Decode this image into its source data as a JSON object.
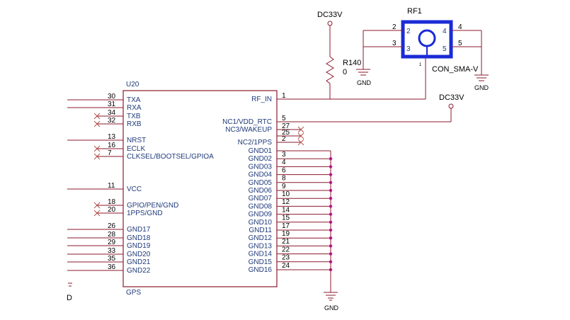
{
  "u20": {
    "ref": "U20",
    "type_label": "GPS",
    "left_pins": [
      {
        "num": "30",
        "name": "TXA",
        "nc": false
      },
      {
        "num": "31",
        "name": "RXA",
        "nc": false
      },
      {
        "num": "34",
        "name": "TXB",
        "nc": true
      },
      {
        "num": "32",
        "name": "RXB",
        "nc": true
      },
      {
        "num": "13",
        "name": "NRST",
        "nc": false
      },
      {
        "num": "16",
        "name": "ECLK",
        "nc": true
      },
      {
        "num": "7",
        "name": "CLKSEL/BOOTSEL/GPIOA",
        "nc": true
      },
      {
        "num": "11",
        "name": "VCC",
        "nc": false
      },
      {
        "num": "18",
        "name": "GPIO/PEN/GND",
        "nc": true
      },
      {
        "num": "20",
        "name": "1PPS/GND",
        "nc": true
      },
      {
        "num": "26",
        "name": "GND17",
        "nc": false
      },
      {
        "num": "28",
        "name": "GND18",
        "nc": false
      },
      {
        "num": "29",
        "name": "GND19",
        "nc": false
      },
      {
        "num": "33",
        "name": "GND20",
        "nc": false
      },
      {
        "num": "35",
        "name": "GND21",
        "nc": false
      },
      {
        "num": "36",
        "name": "GND22",
        "nc": false
      }
    ],
    "right_top_pins": [
      {
        "num": "1",
        "name": "RF_IN"
      },
      {
        "num": "5",
        "name": "NC1/VDD_RTC"
      },
      {
        "num": "27",
        "name": "NC3/WAKEUP"
      },
      {
        "num": "25",
        "name": ""
      },
      {
        "num": "2",
        "name": "NC2/1PPS"
      }
    ],
    "right_gnd_pins": [
      {
        "num": "3",
        "name": "GND01"
      },
      {
        "num": "4",
        "name": "GND02"
      },
      {
        "num": "6",
        "name": "GND03"
      },
      {
        "num": "8",
        "name": "GND04"
      },
      {
        "num": "9",
        "name": "GND05"
      },
      {
        "num": "10",
        "name": "GND06"
      },
      {
        "num": "12",
        "name": "GND07"
      },
      {
        "num": "14",
        "name": "GND08"
      },
      {
        "num": "15",
        "name": "GND09"
      },
      {
        "num": "17",
        "name": "GND10"
      },
      {
        "num": "19",
        "name": "GND11"
      },
      {
        "num": "21",
        "name": "GND12"
      },
      {
        "num": "22",
        "name": "GND13"
      },
      {
        "num": "23",
        "name": "GND14"
      },
      {
        "num": "24",
        "name": "GND15"
      },
      {
        "num": "",
        "name": "GND16"
      }
    ]
  },
  "rf1": {
    "ref": "RF1",
    "value": "CON_SMA-V",
    "pins": {
      "p1": "1",
      "p2": "2",
      "p3": "3",
      "p4": "4",
      "p5": "5"
    },
    "left_pin_labels": {
      "top": "2",
      "bottom": "3"
    },
    "right_pin_labels": {
      "top": "4",
      "bottom": "5"
    },
    "box_color": "#1a2bd6"
  },
  "r140": {
    "ref": "R140",
    "value": "0"
  },
  "power": {
    "dc33v_top": "DC33V",
    "dc33v_right": "DC33V"
  },
  "gnd": {
    "rf_left": "GND",
    "rf_right": "GND",
    "bottom": "GND"
  },
  "partial": {
    "letter": "D"
  }
}
